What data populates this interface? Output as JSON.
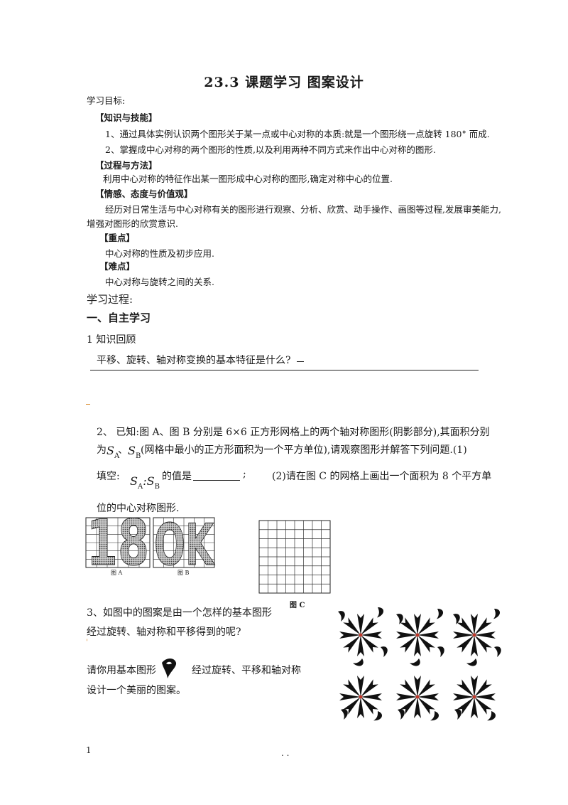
{
  "title": "23.3  课题学习  图案设计",
  "objectives_label": "学习目标:",
  "knowledge": {
    "heading": "【知识与技能】",
    "item1": "1、通过具体实例认识两个图形关于某一点或中心对称的本质:就是一个图形绕一点旋转 180° 而成.",
    "item2": "2、掌握成中心对称的两个图形的性质,以及利用两种不同方式来作出中心对称的图形."
  },
  "process_method": {
    "heading": "【过程与方法】",
    "text": "利用中心对称的特征作出某一图形成中心对称的图形,确定对称中心的位置."
  },
  "emotion": {
    "heading": "【情感、态度与价值观】",
    "line1": "经历对日常生活与中心对称有关的图形进行观察、分析、欣赏、动手操作、画图等过程,发展审美能力,",
    "line2": "增强对图形的欣赏意识."
  },
  "key_point": {
    "heading": "【重点】",
    "text": "中心对称的性质及初步应用."
  },
  "difficulty": {
    "heading": "【难点】",
    "text": "中心对称与旋转之间的关系."
  },
  "process_label": "学习过程:",
  "section1": "一、自主学习",
  "review_label": "1 知识回顾",
  "q1": "平移、旋转、轴对称变换的基本特征是什么?",
  "q2": {
    "line1": "2、 已知:图 A、图 B 分别是 6×6 正方形网格上的两个轴对称图形(阴影部分),其面积分别",
    "line2_prefix": "为",
    "line2_suffix": "(网格中最小的正方形面积为一个平方单位),请观察图形并解答下列问题.(1)",
    "line3_prefix": "填空:",
    "line3_mid": "的值是",
    "line3_suffix": ";",
    "line3_part2": "(2)请在图 C 的网格上画出一个面积为 8 个平方单",
    "line4": "位的中心对称图形.",
    "sa": "S",
    "sa_sub": "A",
    "sb": "S",
    "sb_sub": "B",
    "separator": "、",
    "colon": ":"
  },
  "figures": {
    "label_a": "图 A",
    "label_b": "图 B",
    "label_c": "图 C",
    "text_a": "18",
    "text_b": "OK"
  },
  "q3": {
    "line1": "3、如图中的图案是由一个怎样的基本图形",
    "line2": "经过旋转、轴对称和平移得到的呢?",
    "line3_prefix": "请你用基本图形",
    "line3_suffix": "经过旋转、平移和轴对称",
    "line4": "设计一个美丽的图案。"
  },
  "footer": {
    "page_number": "1",
    "dots": ". ."
  }
}
